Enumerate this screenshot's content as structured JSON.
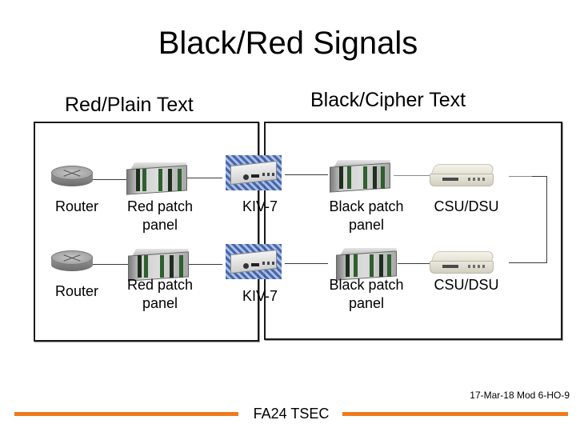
{
  "title": "Black/Red Signals",
  "sections": {
    "red": {
      "label": "Red/Plain Text"
    },
    "black": {
      "label": "Black/Cipher Text"
    }
  },
  "rows": [
    {
      "devices": [
        {
          "type": "router",
          "label": "Router",
          "icon": "router-icon"
        },
        {
          "type": "patch-panel",
          "label": "Red patch\npanel",
          "icon": "patch-panel-icon"
        },
        {
          "type": "crypto",
          "label": "KIV-7",
          "icon": "kiv7-encryptor-icon"
        },
        {
          "type": "patch-panel",
          "label": "Black patch\npanel",
          "icon": "patch-panel-icon"
        },
        {
          "type": "modem",
          "label": "CSU/DSU",
          "icon": "csu-dsu-icon"
        }
      ]
    },
    {
      "devices": [
        {
          "type": "router",
          "label": "Router",
          "icon": "router-icon"
        },
        {
          "type": "patch-panel",
          "label": "Red patch\npanel",
          "icon": "patch-panel-icon"
        },
        {
          "type": "crypto",
          "label": "KIV-7",
          "icon": "kiv7-encryptor-icon"
        },
        {
          "type": "patch-panel",
          "label": "Black patch\npanel",
          "icon": "patch-panel-icon"
        },
        {
          "type": "modem",
          "label": "CSU/DSU",
          "icon": "csu-dsu-icon"
        }
      ]
    }
  ],
  "footer": {
    "center": "FA24 TSEC",
    "right": "17-Mar-18 Mod 6-HO-9"
  },
  "colors": {
    "accent": "#ef7a1e",
    "line": "#3a3a3a"
  }
}
